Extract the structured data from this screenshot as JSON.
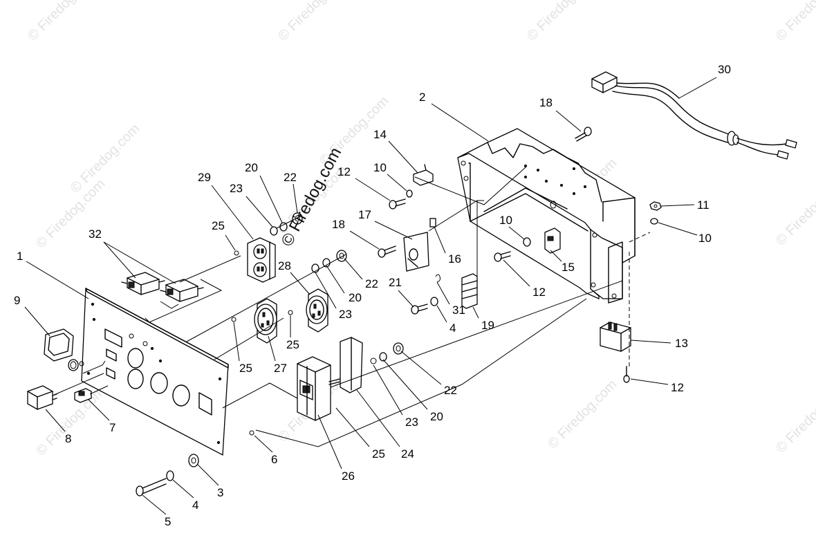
{
  "watermark": {
    "corner_text": "© Firedog.com",
    "center_text": "© Firedog.com"
  },
  "callouts": [
    {
      "id": "c1",
      "label": "1"
    },
    {
      "id": "c2",
      "label": "2"
    },
    {
      "id": "c3",
      "label": "3"
    },
    {
      "id": "c4a",
      "label": "4"
    },
    {
      "id": "c4b",
      "label": "4"
    },
    {
      "id": "c5",
      "label": "5"
    },
    {
      "id": "c6",
      "label": "6"
    },
    {
      "id": "c7",
      "label": "7"
    },
    {
      "id": "c8",
      "label": "8"
    },
    {
      "id": "c9",
      "label": "9"
    },
    {
      "id": "c10a",
      "label": "10"
    },
    {
      "id": "c10b",
      "label": "10"
    },
    {
      "id": "c10c",
      "label": "10"
    },
    {
      "id": "c11",
      "label": "11"
    },
    {
      "id": "c12a",
      "label": "12"
    },
    {
      "id": "c12b",
      "label": "12"
    },
    {
      "id": "c12c",
      "label": "12"
    },
    {
      "id": "c13",
      "label": "13"
    },
    {
      "id": "c14",
      "label": "14"
    },
    {
      "id": "c15",
      "label": "15"
    },
    {
      "id": "c16",
      "label": "16"
    },
    {
      "id": "c17",
      "label": "17"
    },
    {
      "id": "c18a",
      "label": "18"
    },
    {
      "id": "c18b",
      "label": "18"
    },
    {
      "id": "c19",
      "label": "19"
    },
    {
      "id": "c20a",
      "label": "20"
    },
    {
      "id": "c20b",
      "label": "20"
    },
    {
      "id": "c20c",
      "label": "20"
    },
    {
      "id": "c21",
      "label": "21"
    },
    {
      "id": "c22a",
      "label": "22"
    },
    {
      "id": "c22b",
      "label": "22"
    },
    {
      "id": "c22c",
      "label": "22"
    },
    {
      "id": "c23a",
      "label": "23"
    },
    {
      "id": "c23b",
      "label": "23"
    },
    {
      "id": "c23c",
      "label": "23"
    },
    {
      "id": "c24",
      "label": "24"
    },
    {
      "id": "c25a",
      "label": "25"
    },
    {
      "id": "c25b",
      "label": "25"
    },
    {
      "id": "c25c",
      "label": "25"
    },
    {
      "id": "c25d",
      "label": "25"
    },
    {
      "id": "c26",
      "label": "26"
    },
    {
      "id": "c27",
      "label": "27"
    },
    {
      "id": "c28",
      "label": "28"
    },
    {
      "id": "c29",
      "label": "29"
    },
    {
      "id": "c30",
      "label": "30"
    },
    {
      "id": "c31",
      "label": "31"
    },
    {
      "id": "c32",
      "label": "32"
    }
  ]
}
